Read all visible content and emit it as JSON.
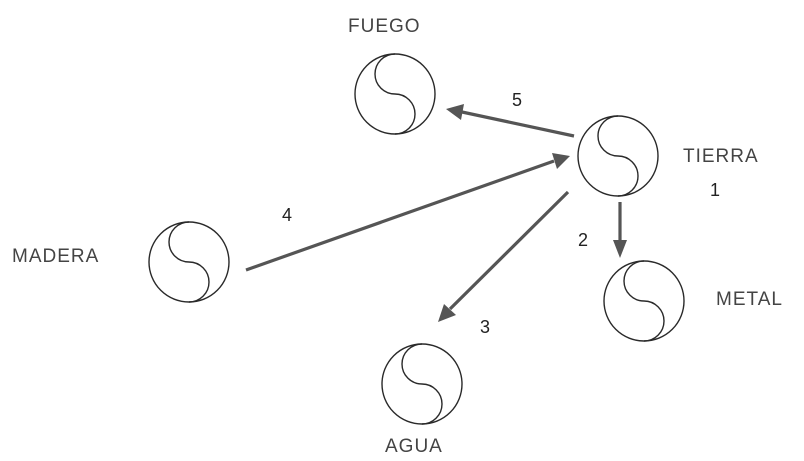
{
  "nodes": {
    "fuego": {
      "label": "FUEGO"
    },
    "tierra": {
      "label": "TIERRA"
    },
    "madera": {
      "label": "MADERA"
    },
    "metal": {
      "label": "METAL"
    },
    "agua": {
      "label": "AGUA"
    }
  },
  "arrows": [
    {
      "from": "tierra",
      "to": "metal",
      "label": "1"
    },
    {
      "from": "tierra",
      "to": "agua",
      "label": "2"
    },
    {
      "from": "tierra",
      "to": "agua",
      "label": "3"
    },
    {
      "from": "madera",
      "to": "tierra",
      "label": "4"
    },
    {
      "from": "tierra",
      "to": "fuego",
      "label": "5"
    }
  ],
  "colors": {
    "arrow": "#555555",
    "outline": "#2a2a2a",
    "label": "#444444"
  }
}
